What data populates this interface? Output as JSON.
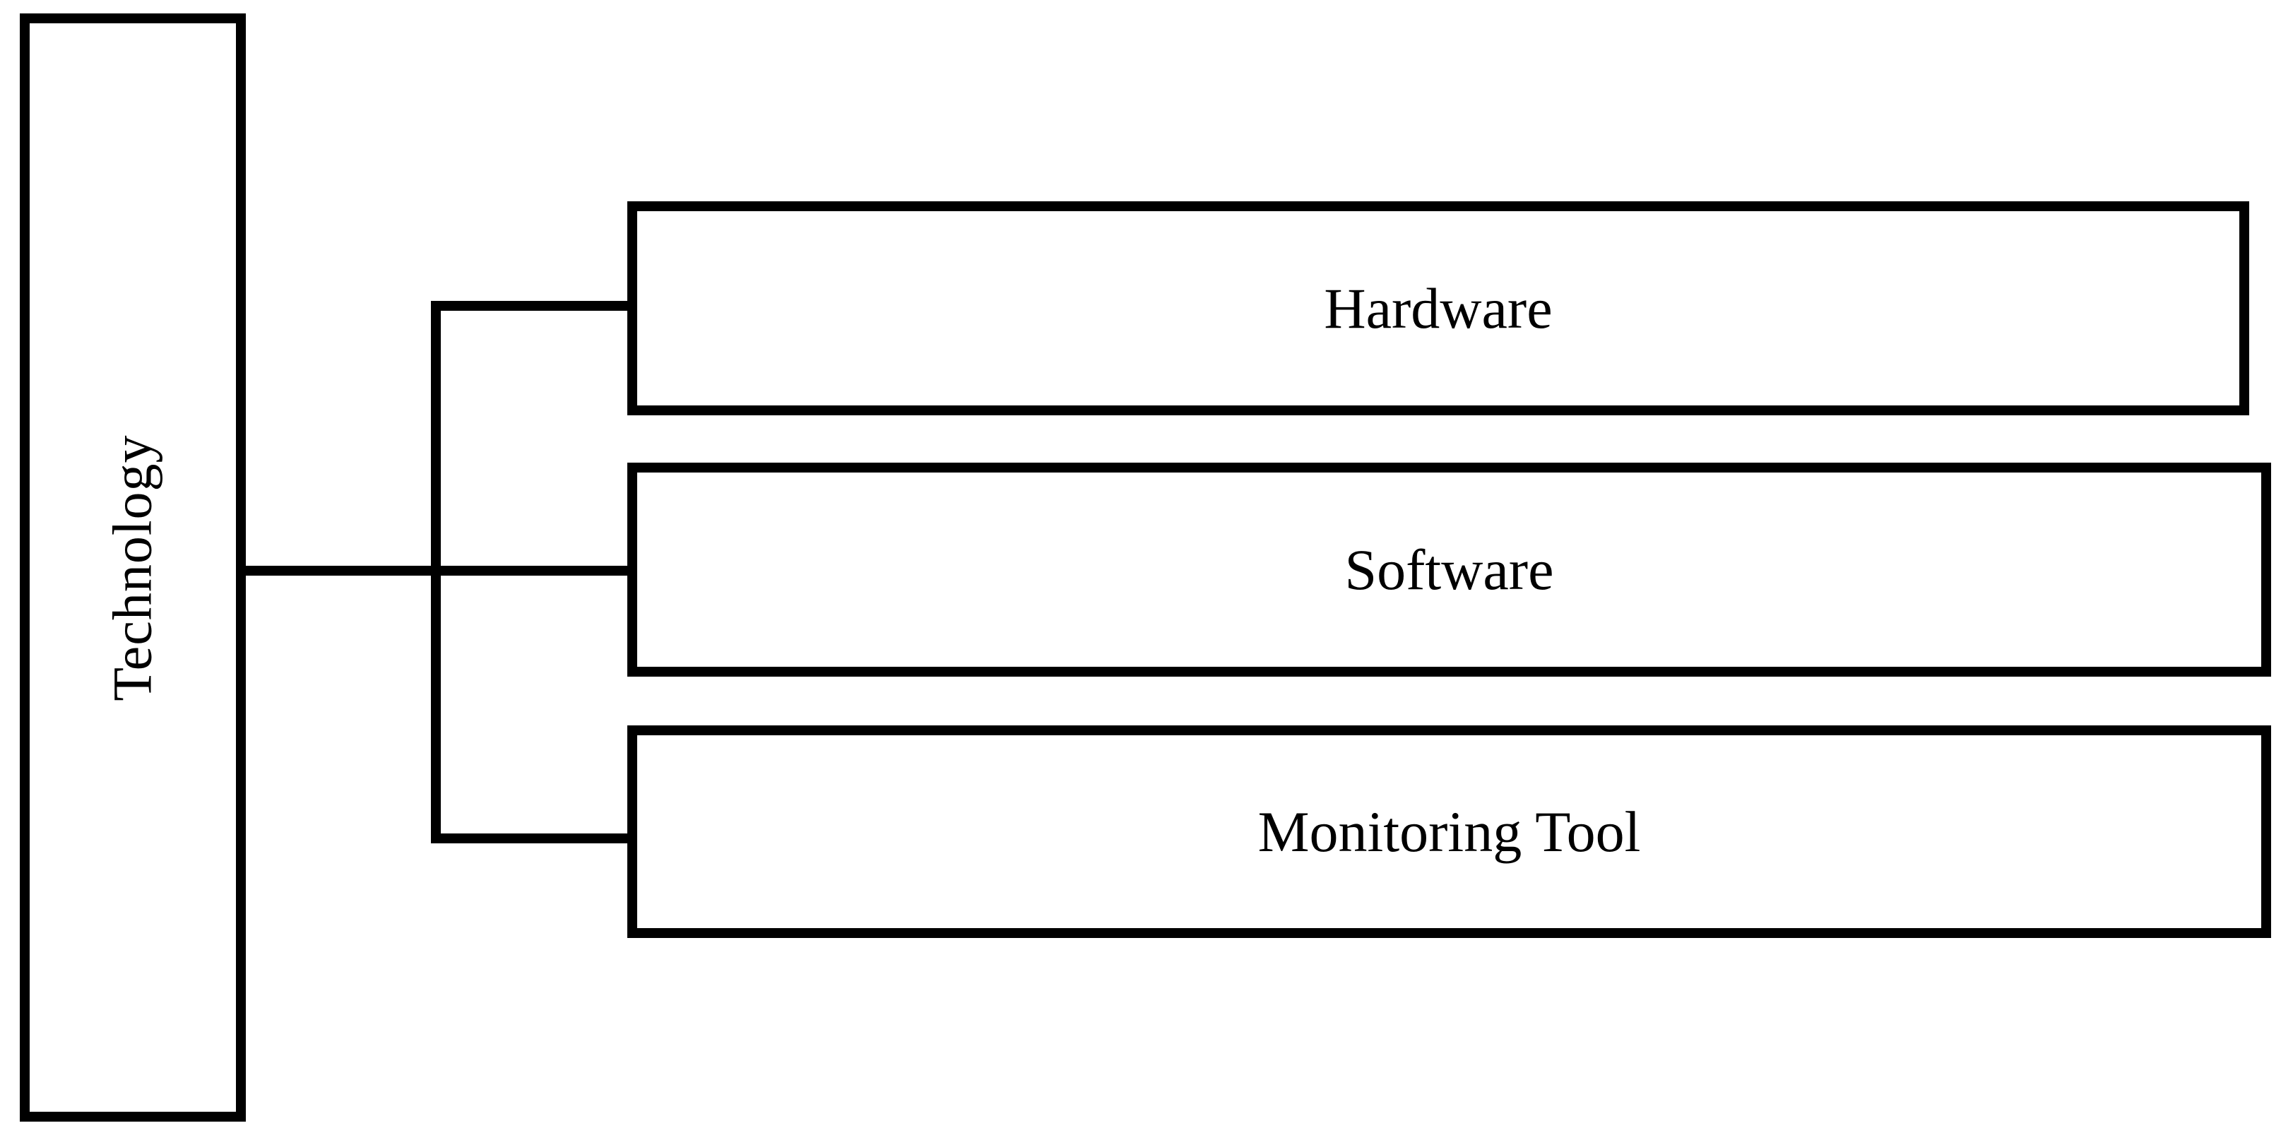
{
  "diagram": {
    "type": "tree",
    "orientation": "horizontal-left-to-right",
    "root": {
      "label": "Technology",
      "text_orientation": "vertical-bottom-to-top"
    },
    "children": [
      {
        "label": "Hardware"
      },
      {
        "label": "Software"
      },
      {
        "label": "Monitoring Tool"
      }
    ],
    "colors": {
      "stroke": "#000000",
      "fill": "#FFFFFF",
      "text": "#000000"
    }
  }
}
